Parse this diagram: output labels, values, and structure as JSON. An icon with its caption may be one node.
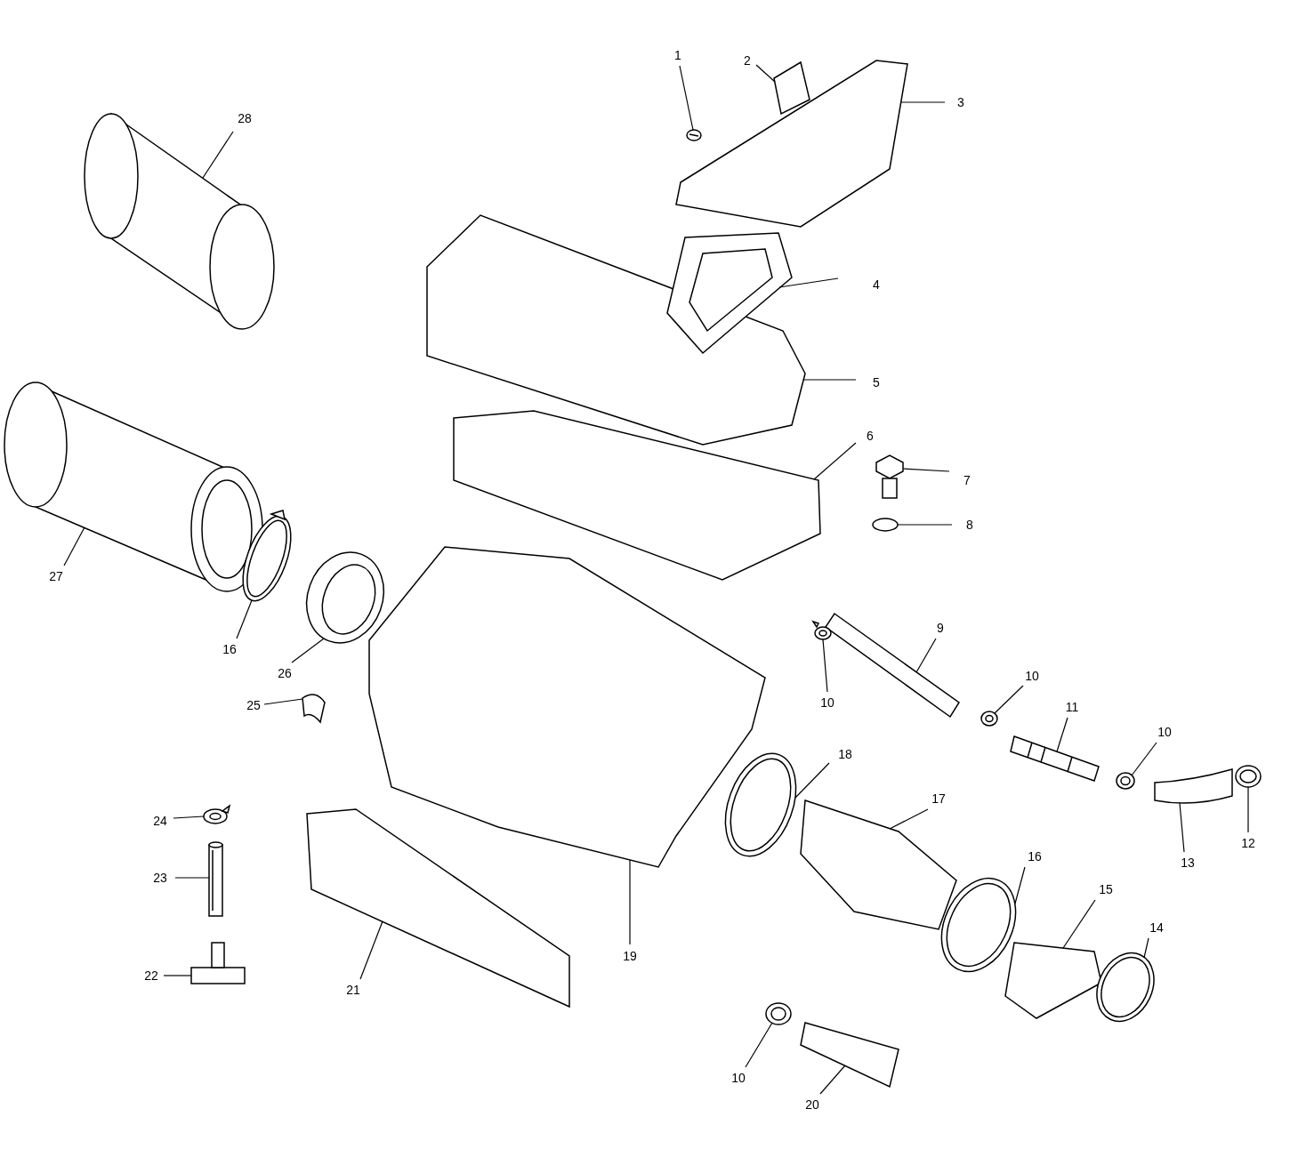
{
  "diagram": {
    "nodes": [
      {
        "text": [
          "1"
        ]
      },
      {
        "text": [
          "2"
        ]
      },
      {
        "text": [
          "28"
        ]
      },
      {
        "text": [
          "3"
        ]
      },
      {
        "text": [
          "4"
        ]
      },
      {
        "text": [
          "5"
        ]
      },
      {
        "text": [
          "6"
        ]
      },
      {
        "text": [
          "7"
        ]
      },
      {
        "text": [
          "8"
        ]
      },
      {
        "text": [
          "27"
        ]
      },
      {
        "text": [
          "9"
        ]
      },
      {
        "text": [
          "16"
        ]
      },
      {
        "text": [
          "26"
        ]
      },
      {
        "text": [
          "10"
        ]
      },
      {
        "text": [
          "10"
        ]
      },
      {
        "text": [
          "25"
        ]
      },
      {
        "text": [
          "11"
        ]
      },
      {
        "text": [
          "10"
        ]
      },
      {
        "text": [
          "18"
        ]
      },
      {
        "text": [
          "17"
        ]
      },
      {
        "text": [
          "24"
        ]
      },
      {
        "text": [
          "12"
        ]
      },
      {
        "text": [
          "16"
        ]
      },
      {
        "text": [
          "13"
        ]
      },
      {
        "text": [
          "23"
        ]
      },
      {
        "text": [
          "15"
        ]
      },
      {
        "text": [
          "14"
        ]
      },
      {
        "text": [
          "19"
        ]
      },
      {
        "text": [
          "22"
        ]
      },
      {
        "text": [
          "21"
        ]
      },
      {
        "text": [
          "10"
        ]
      },
      {
        "text": [
          "20"
        ]
      },
      {
        "text": [],
        "shape": "picture"
      },
      {
        "text": [],
        "shape": "picture"
      },
      {
        "text": [],
        "shape": "picture"
      },
      {
        "text": [],
        "shape": "picture"
      },
      {
        "text": [],
        "shape": "picture"
      },
      {
        "text": [],
        "shape": "picture"
      },
      {
        "text": [],
        "shape": "picture"
      },
      {
        "text": [],
        "shape": "picture"
      },
      {
        "text": [],
        "shape": "picture"
      },
      {
        "text": [],
        "shape": "picture"
      },
      {
        "text": [],
        "shape": "picture"
      },
      {
        "text": [],
        "shape": "picture"
      },
      {
        "text": [],
        "shape": "picture"
      },
      {
        "text": [],
        "shape": "picture"
      },
      {
        "text": [],
        "shape": "picture"
      },
      {
        "text": [],
        "shape": "picture"
      },
      {
        "text": [],
        "shape": "picture"
      },
      {
        "text": [],
        "shape": "picture"
      },
      {
        "text": [],
        "shape": "picture"
      },
      {
        "text": [],
        "shape": "picture"
      },
      {
        "text": [],
        "shape": "picture"
      },
      {
        "text": [],
        "shape": "picture"
      },
      {
        "text": [],
        "shape": "picture"
      },
      {
        "text": [],
        "shape": "picture"
      },
      {
        "text": [],
        "shape": "picture"
      },
      {
        "text": [],
        "shape": "picture"
      },
      {
        "text": [],
        "shape": "picture"
      },
      {
        "text": [],
        "shape": "picture"
      },
      {
        "text": [],
        "shape": "picture"
      },
      {
        "text": [],
        "shape": "picture"
      },
      {
        "text": [],
        "shape": "picture"
      },
      {
        "text": [],
        "shape": "picture"
      }
    ],
    "edges": [
      {
        "from": 0,
        "to": 32,
        "arrow": "none"
      },
      {
        "from": 1,
        "to": 33,
        "arrow": "none"
      },
      {
        "from": 2,
        "to": 34,
        "arrow": "none"
      },
      {
        "from": 3,
        "to": 35,
        "arrow": "none"
      },
      {
        "from": 4,
        "to": 36,
        "arrow": "none"
      },
      {
        "from": 5,
        "to": 37,
        "arrow": "none"
      },
      {
        "from": 6,
        "to": 38,
        "arrow": "none"
      },
      {
        "from": 7,
        "to": 39,
        "arrow": "none"
      },
      {
        "from": 8,
        "to": 40,
        "arrow": "none"
      },
      {
        "from": 9,
        "to": 41,
        "arrow": "none"
      },
      {
        "from": 10,
        "to": 42,
        "arrow": "none"
      },
      {
        "from": 11,
        "to": 43,
        "arrow": "none"
      },
      {
        "from": 12,
        "to": 44,
        "arrow": "none"
      },
      {
        "from": 13,
        "to": 45,
        "arrow": "none"
      },
      {
        "from": 14,
        "to": 46,
        "arrow": "none"
      },
      {
        "from": 15,
        "to": 47,
        "arrow": "none"
      },
      {
        "from": 16,
        "to": 48,
        "arrow": "none"
      },
      {
        "from": 17,
        "to": 49,
        "arrow": "none"
      },
      {
        "from": 18,
        "to": 50,
        "arrow": "none"
      },
      {
        "from": 19,
        "to": 51,
        "arrow": "none"
      },
      {
        "from": 20,
        "to": 52,
        "arrow": "none"
      },
      {
        "from": 21,
        "to": 53,
        "arrow": "none"
      },
      {
        "from": 22,
        "to": 54,
        "arrow": "none"
      },
      {
        "from": 23,
        "to": 55,
        "arrow": "none"
      },
      {
        "from": 24,
        "to": 56,
        "arrow": "none"
      },
      {
        "from": 25,
        "to": 57,
        "arrow": "none"
      },
      {
        "from": 26,
        "to": 58,
        "arrow": "none"
      },
      {
        "from": 27,
        "to": 59,
        "arrow": "none"
      },
      {
        "from": 28,
        "to": 60,
        "arrow": "none"
      },
      {
        "from": 29,
        "to": 61,
        "arrow": "none"
      },
      {
        "from": 30,
        "to": 62,
        "arrow": "none"
      },
      {
        "from": 31,
        "to": 63,
        "arrow": "none"
      }
    ]
  }
}
